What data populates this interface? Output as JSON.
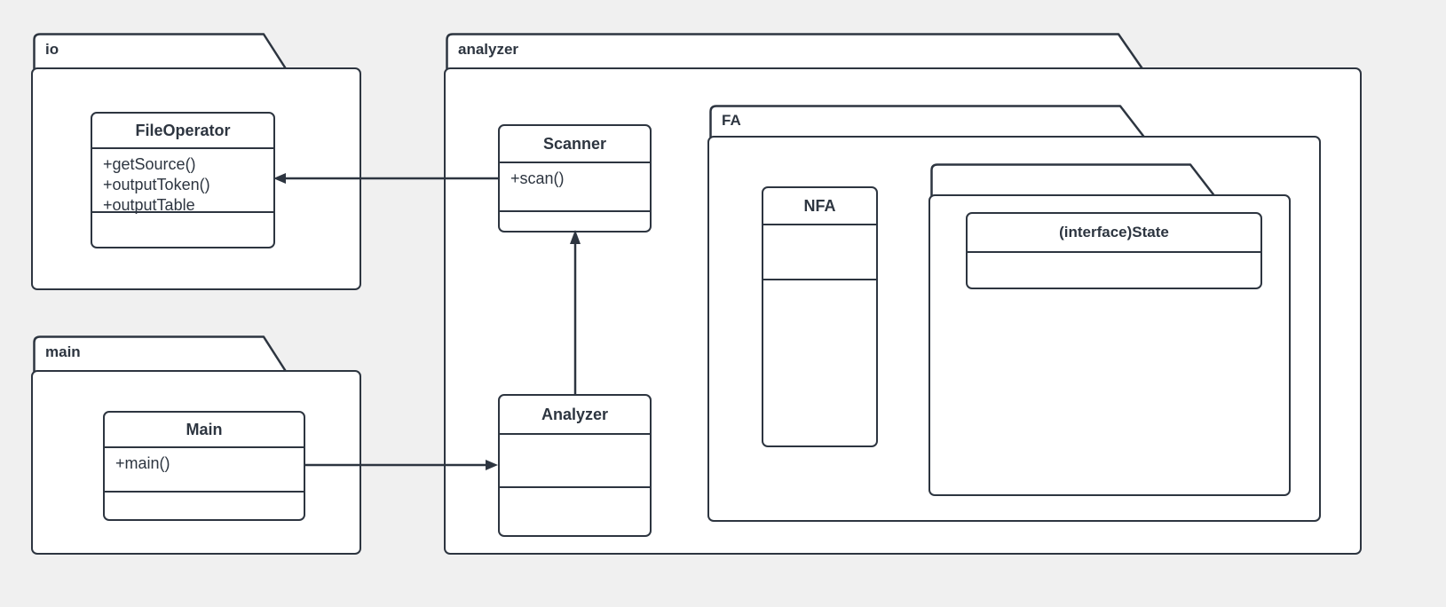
{
  "diagram": {
    "type": "uml-package-class-diagram",
    "background_color": "#f0f0f0",
    "stroke_color": "#2d3540",
    "fill_color": "#ffffff"
  },
  "packages": [
    {
      "id": "io",
      "label": "io"
    },
    {
      "id": "main",
      "label": "main"
    },
    {
      "id": "analyzer",
      "label": "analyzer"
    },
    {
      "id": "fa",
      "label": "FA"
    },
    {
      "id": "state-pkg",
      "label": ""
    }
  ],
  "classes": [
    {
      "id": "file-operator",
      "name": "FileOperator",
      "members": [
        "+getSource()",
        "+outputToken()",
        "+outputTable"
      ],
      "members_text": "+getSource()\n+outputToken()\n+outputTable",
      "third_compartment": ""
    },
    {
      "id": "main-class",
      "name": "Main",
      "members": [
        "+main()"
      ],
      "members_text": "+main()",
      "third_compartment": ""
    },
    {
      "id": "scanner",
      "name": "Scanner",
      "members": [
        "+scan()"
      ],
      "members_text": "+scan()",
      "third_compartment": ""
    },
    {
      "id": "analyzer-class",
      "name": "Analyzer",
      "members": [],
      "members_text": "",
      "third_compartment": ""
    },
    {
      "id": "nfa",
      "name": "NFA",
      "members": [],
      "members_text": "",
      "third_compartment": ""
    },
    {
      "id": "state",
      "name": "(interface)State",
      "members": [],
      "members_text": "",
      "third_compartment": ""
    }
  ],
  "connections": [
    {
      "id": "scanner-to-fileoperator",
      "from": "Scanner",
      "to": "FileOperator",
      "style": "solid",
      "arrowhead": "filled-triangle",
      "direction": "left"
    },
    {
      "id": "analyzer-to-scanner",
      "from": "Analyzer",
      "to": "Scanner",
      "style": "solid",
      "arrowhead": "filled-triangle",
      "direction": "up"
    },
    {
      "id": "main-to-analyzer",
      "from": "Main",
      "to": "Analyzer",
      "style": "solid",
      "arrowhead": "filled-triangle",
      "direction": "right"
    }
  ]
}
